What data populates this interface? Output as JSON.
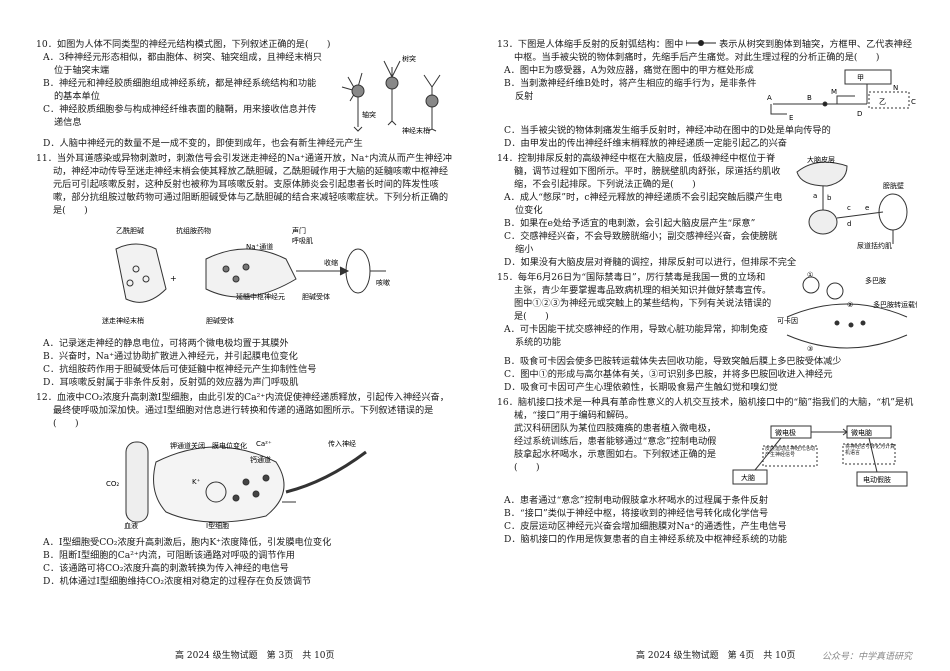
{
  "q10": {
    "stem": "10．如图为人体不同类型的神经元结构模式图，下列叙述正确的是(　　)",
    "options": [
      "A．3种神经元形态相似，都由胞体、树突、轴突组成，且神经末梢只位于轴突末端",
      "B．神经元和神经胶质细胞组成神经系统，都是神经系统结构和功能的基本单位",
      "C．神经胶质细胞参与构成神经纤维表面的髓鞘，用来接收信息并传递信息",
      "D．人脑中神经元的数量不是一成不变的，即使到成年，也会有新生神经元产生"
    ],
    "fig": {
      "dendrite": "树突",
      "axon": "轴突",
      "ending": "神经末梢"
    }
  },
  "q11": {
    "stem": "11．当外耳道感染或异物刺激时，刺激信号会引发迷走神经的Na⁺通道开放，Na⁺内流从而产生神经冲动，神经冲动传导至迷走神经末梢会使其释放乙酰胆碱，乙酰胆碱作用于大脑的延髓咳嗽中枢神经元后可引起咳嗽反射，这种反射也被称为耳咳嗽反射。支原体肺炎会引起患者长时间的阵发性咳嗽，部分抗组胺过敏药物可通过阻断胆碱受体与乙酰胆碱的结合来减轻咳嗽症状。下列分析正确的是(　　)",
    "fig": {
      "ach": "乙酰胆碱",
      "antihistamine": "抗组胺药物",
      "na": "Na⁺通道",
      "vagus": "迷走神经末梢",
      "medulla": "延髓中枢神经元",
      "receptor": "胆碱受体",
      "glottis": "声门",
      "resp": "呼吸肌",
      "contract": "收缩",
      "cough": "咳嗽",
      "receptor2": "胆碱受体",
      "plus": "+"
    },
    "options": [
      "A．记录迷走神经的静息电位，可将两个微电极均置于其膜外",
      "B．兴奋时，Na⁺通过协助扩散进入神经元，并引起膜电位变化",
      "C．抗组胺药作用于胆碱受体后可使延髓中枢神经元产生抑制性信号",
      "D．耳咳嗽反射属于非条件反射，反射弧的效应器为声门呼吸肌"
    ]
  },
  "q12": {
    "stem": "12．血液中CO₂浓度升高刺激I型细胞，由此引发的Ca²⁺内流促使神经递质释放，引起传入神经兴奋，最终使呼吸加深加快。通过I型细胞对信息进行转换和传递的通路如图所示。下列叙述错误的是(　　)",
    "fig": {
      "kch": "钾通道关闭",
      "memchange": "膜电位变化",
      "ca": "Ca²⁺",
      "cach": "钙通道",
      "k": "K⁺",
      "co2": "CO₂",
      "blood": "血液",
      "cell": "I型细胞",
      "afferent": "传入神经"
    },
    "options": [
      "A．I型细胞受CO₂浓度升高刺激后，胞内K⁺浓度降低，引发膜电位变化",
      "B．阻断I型细胞的Ca²⁺内流，可阻断该通路对呼吸的调节作用",
      "C．该通路可将CO₂浓度升高的刺激转换为传入神经的电信号",
      "D．机体通过I型细胞维持CO₂浓度相对稳定的过程存在负反馈调节"
    ]
  },
  "q13": {
    "stem": "13．下图是人体缩手反射的反射弧结构：图中",
    "stem_after": "表示从树突到胞体到轴突，方框甲、乙代表神经中枢。当手被尖锐的物体刺痛时，先缩手后产生痛觉。对此生理过程的分析正确的是(　　)",
    "fig": {
      "jia": "甲",
      "yi": "乙",
      "a": "A",
      "b": "B",
      "m": "M",
      "n": "N",
      "c": "C",
      "d": "D",
      "e": "E"
    },
    "options": [
      "A．图中E为感受器，A为效应器，痛觉在图中的甲方框处形成",
      "B．当刺激神经纤维B处时，将产生相应的缩手行为，是非条件反射",
      "C．当手被尖锐的物体刺痛发生缩手反射时，神经冲动在图中的D处是单向传导的",
      "D．由甲发出的传出神经纤维末梢释放的神经递质一定能引起乙的兴奋"
    ]
  },
  "q14": {
    "stem": "14．控制排尿反射的高级神经中枢在大脑皮层，低级神经中枢位于脊髓，调节过程如下图所示。平时，膀胱壁肌肉舒张，尿道括约肌收缩，不会引起排尿。下列说法正确的是(　　)",
    "fig": {
      "cortex": "大脑皮层",
      "bladder": "膀胱壁",
      "sphincter": "尿道括约肌",
      "a": "a",
      "b": "b",
      "c": "c",
      "d": "d",
      "e": "e"
    },
    "options": [
      "A．成人“憋尿”时，c神经元释放的神经递质不会引起突触后膜产生电位变化",
      "B．如果在e处给予适宜的电刺激，会引起大脑皮层产生“尿意”",
      "C．交感神经兴奋，不会导致膀胱缩小；副交感神经兴奋，会使膀胱缩小",
      "D．如果没有大脑皮层对脊髓的调控，排尿反射可以进行，但排尿不完全"
    ]
  },
  "q15": {
    "stem": "15．每年6月26日为“国际禁毒日”，厉行禁毒是我国一贯的立场和主张，青少年要掌握毒品致病机理的相关知识并做好禁毒宣传。图中①②③为神经元或突触上的某些结构，下列有关说法错误的是(　　)",
    "fig": {
      "dopamine": "多巴胺",
      "transporter": "多巴胺转运载体",
      "cocaine": "可卡因",
      "n1": "①",
      "n2": "②",
      "n3": "③"
    },
    "options": [
      "A．可卡因能干扰交感神经的作用，导致心脏功能异常，抑制免疫系统的功能",
      "B．吸食可卡因会使多巴胺转运载体失去回收功能，导致突触后膜上多巴胺受体减少",
      "C．图中①的形成与高尔基体有关，③可识别多巴胺，并将多巴胺回收进入神经元",
      "D．吸食可卡因可产生心理依赖性，长期吸食易产生触幻觉和嗅幻觉"
    ]
  },
  "q16": {
    "stem": "16．脑机接口技术是一种具有革命性意义的人机交互技术，脑机接口中的“脑”指我们的大脑，“机”是机械，“接口”用于编码和解码。",
    "stem2": "武汉科研团队为某位四肢瘫痪的患者植入微电极，经过系统训练后，患者能够通过“意念”控制电动假肢拿起水杯喝水，示意图如右。下列叙述正确的是(　　)",
    "fig": {
      "microelectrode": "微电极",
      "microcomputer": "微电脑",
      "brain": "大脑",
      "arm": "电动假肢",
      "note1": "皮层运动区神经元活动产生神经信号",
      "note2": "将神经信号转化为计算机语言"
    },
    "options": [
      "A．患者通过“意念”控制电动假肢拿水杯喝水的过程属于条件反射",
      "B．“接口”类似于神经中枢，将接收到的神经信号转化成化学信号",
      "C．皮层运动区神经元兴奋会增加细胞膜对Na⁺的通透性，产生电信号",
      "D．脑机接口的作用是恢复患者的自主神经系统及中枢神经系统的功能"
    ]
  },
  "footer": {
    "left": "高 2024 级生物试题　第 3页　共 10页",
    "right": "高 2024 级生物试题　第 4页　共 10页"
  },
  "watermark": "公众号：中学真语研究"
}
